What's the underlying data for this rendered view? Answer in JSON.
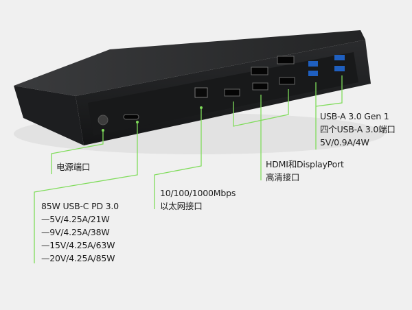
{
  "accent_color": "#7fdc5a",
  "callouts": {
    "power": {
      "lines": [
        "电源端口"
      ]
    },
    "usb_c": {
      "lines": [
        "85W USB-C PD 3.0",
        "—5V/4.25A/21W",
        "—9V/4.25A/38W",
        "—15V/4.25A/63W",
        "—20V/4.25A/85W"
      ]
    },
    "ethernet": {
      "lines": [
        "10/100/1000Mbps",
        "以太网接口"
      ]
    },
    "video": {
      "lines": [
        "HDMI和DisplayPort",
        "高清接口"
      ]
    },
    "usb_a": {
      "lines": [
        "USB-A 3.0 Gen 1",
        "四个USB-A 3.0端口",
        "5V/0.9A/4W"
      ]
    }
  }
}
